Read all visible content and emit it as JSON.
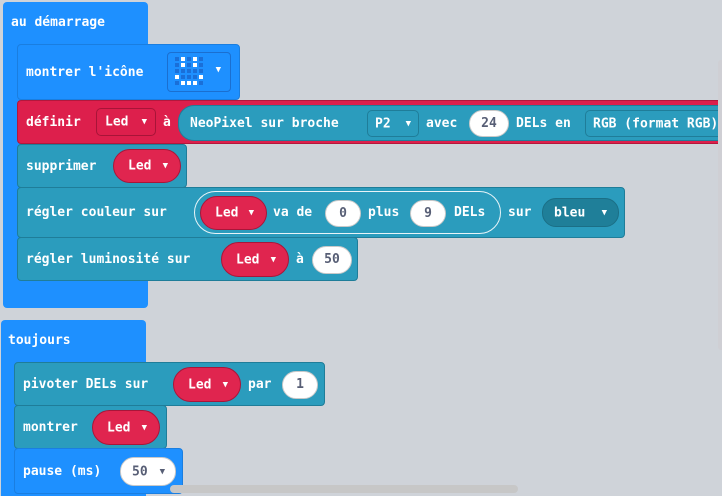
{
  "on_start": {
    "header_label": "au démarrage",
    "show_icon": {
      "label": "montrer l'icône",
      "icon": "smiley-led-icon"
    },
    "set_var": {
      "label": "définir",
      "var_name": "Led",
      "to_label": "à",
      "neopixel_label": "NeoPixel sur broche",
      "pin": "P2",
      "with_label": "avec",
      "count": "24",
      "leds_in_label": "DELs en",
      "mode": "RGB (format RGB)"
    },
    "clear": {
      "label": "supprimer",
      "var_name": "Led"
    },
    "set_color": {
      "label": "régler couleur sur",
      "var_name": "Led",
      "range_from_label": "va de",
      "from": "0",
      "plus_label": "plus",
      "length": "9",
      "leds_label": "DELs",
      "on_label": "sur",
      "color": "bleu"
    },
    "set_brightness": {
      "label": "régler luminosité sur",
      "var_name": "Led",
      "to_label": "à",
      "value": "50"
    }
  },
  "forever": {
    "header_label": "toujours",
    "rotate": {
      "label": "pivoter DELs sur",
      "var_name": "Led",
      "by_label": "par",
      "value": "1"
    },
    "show": {
      "label": "montrer",
      "var_name": "Led"
    },
    "pause": {
      "label": "pause (ms)",
      "value": "50"
    }
  },
  "colors": {
    "basic": "#1e90ff",
    "neopixel": "#2b9cbd",
    "variables": "#dd1f4c"
  }
}
